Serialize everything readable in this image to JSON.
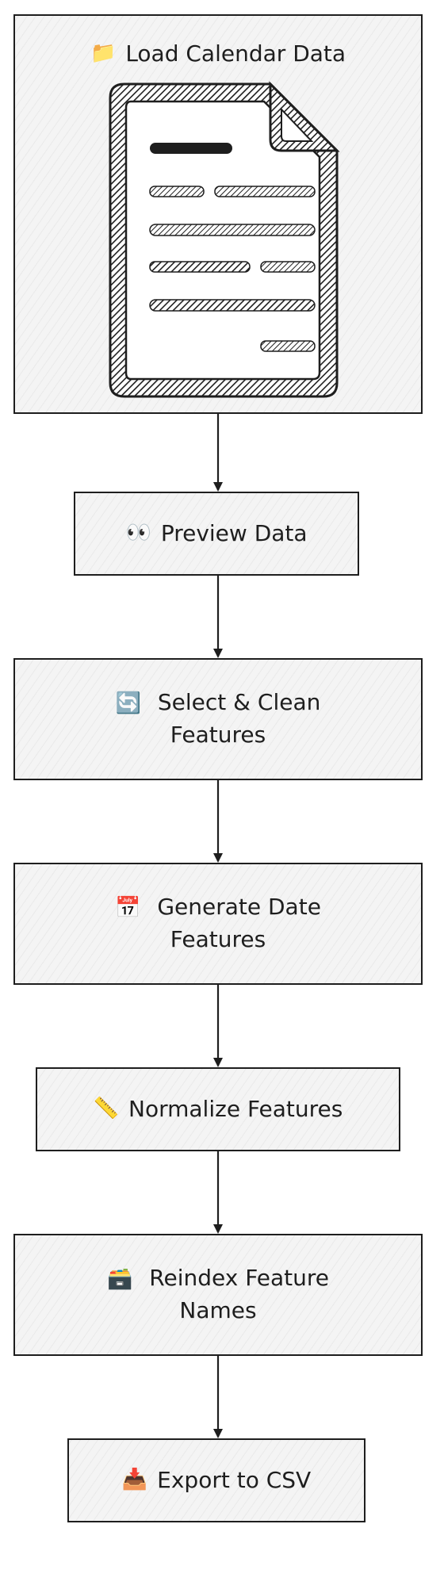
{
  "nodes": [
    {
      "icon": "📁",
      "icon_name": "folder-icon",
      "label": "Load Calendar Data"
    },
    {
      "icon": "👀",
      "icon_name": "eyes-icon",
      "label": "Preview Data"
    },
    {
      "icon": "🔄",
      "icon_name": "refresh-icon",
      "label": "Select & Clean Features"
    },
    {
      "icon": "📅",
      "icon_name": "calendar-icon",
      "label": "Generate Date Features"
    },
    {
      "icon": "📏",
      "icon_name": "ruler-icon",
      "label": "Normalize Features"
    },
    {
      "icon": "🗃️",
      "icon_name": "card-file-box-icon",
      "label": "Reindex Feature Names"
    },
    {
      "icon": "📥",
      "icon_name": "inbox-tray-icon",
      "label": "Export to CSV"
    }
  ],
  "edges": [
    {
      "from": 0,
      "to": 1
    },
    {
      "from": 1,
      "to": 2
    },
    {
      "from": 2,
      "to": 3
    },
    {
      "from": 3,
      "to": 4
    },
    {
      "from": 4,
      "to": 5
    },
    {
      "from": 5,
      "to": 6
    }
  ],
  "colors": {
    "stroke": "#1e1e1e",
    "fill": "#f4f4f4",
    "background": "#ffffff"
  }
}
